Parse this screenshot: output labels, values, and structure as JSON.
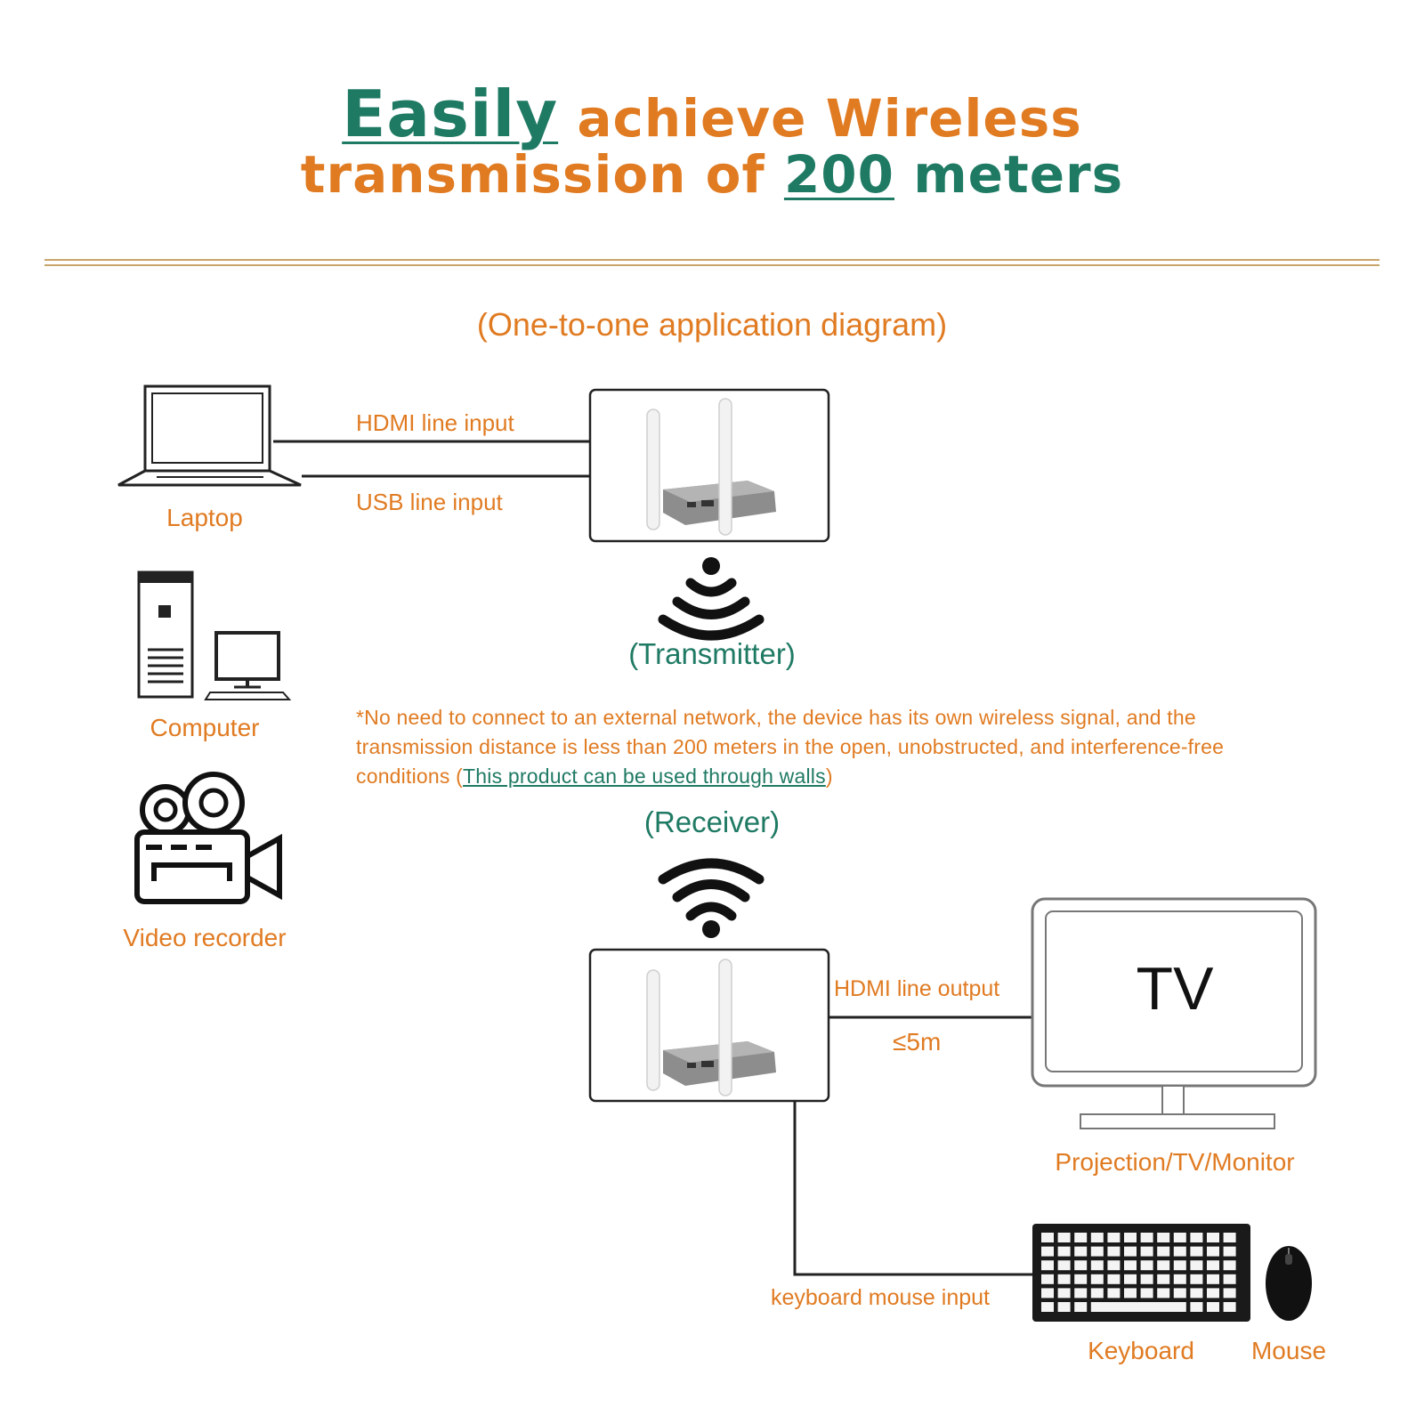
{
  "title": {
    "word_easily": "Easily",
    "word_achieve": "achieve",
    "word_wireless": "Wireless",
    "word_transmission": "transmission of",
    "word_200": "200",
    "word_meters": "meters"
  },
  "subtitle": "(One-to-one application diagram)",
  "sources": {
    "laptop": "Laptop",
    "computer": "Computer",
    "video_recorder": "Video recorder"
  },
  "connections": {
    "hdmi_input": "HDMI line input",
    "usb_input": "USB line input",
    "hdmi_output": "HDMI line output",
    "hdmi_output_distance": "≤5m",
    "keyboard_mouse_input": "keyboard mouse input"
  },
  "devices": {
    "transmitter": "(Transmitter)",
    "receiver": "(Receiver)"
  },
  "note": {
    "text": "*No need to connect to an external network, the device has its own wireless signal, and the transmission distance is less than 200 meters in the open, unobstructed, and interference-free conditions (",
    "highlight": "This product can be used through walls",
    "end": ")"
  },
  "outputs": {
    "tv_screen": "TV",
    "display": "Projection/TV/Monitor",
    "keyboard": "Keyboard",
    "mouse": "Mouse"
  },
  "colors": {
    "orange": "#e07b22",
    "teal": "#1f7a64",
    "divider": "#c9a46a"
  },
  "icons": [
    "laptop-icon",
    "computer-icon",
    "video-recorder-icon",
    "wifi-transmit-icon",
    "wifi-receive-icon",
    "tv-monitor-icon",
    "keyboard-icon",
    "mouse-icon"
  ]
}
